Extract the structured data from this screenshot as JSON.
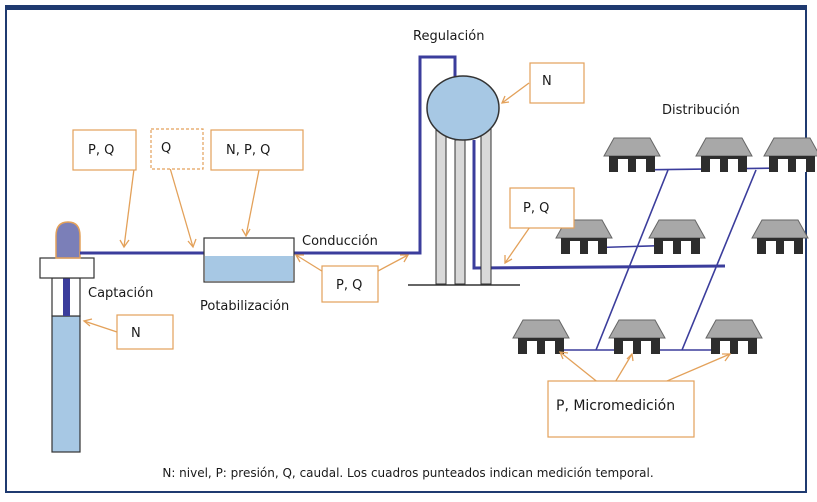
{
  "stages": {
    "captacion": "Captación",
    "potabilizacion": "Potabilización",
    "conduccion": "Conducción",
    "regulacion": "Regulación",
    "distribucion": "Distribución"
  },
  "callouts": {
    "pq_captacion": "P, Q",
    "q_temporal": "Q",
    "npq_potabilizacion": "N, P, Q",
    "pq_conduccion": "P, Q",
    "n_tanque": "N",
    "pq_distribucion": "P, Q",
    "n_pozo": "N",
    "micromedicion": "P, Micromedición"
  },
  "caption": "N: nivel, P: presión, Q, caudal. Los cuadros punteados indican medición temporal.",
  "colors": {
    "pipe": "#3b3d9c",
    "water": "#a7c8e4",
    "callout": "#e3a15a",
    "frame": "#1f3a70",
    "pump": "#7b7fb8",
    "roof": "#a8a8a8",
    "house_body": "#2d2d2d"
  }
}
